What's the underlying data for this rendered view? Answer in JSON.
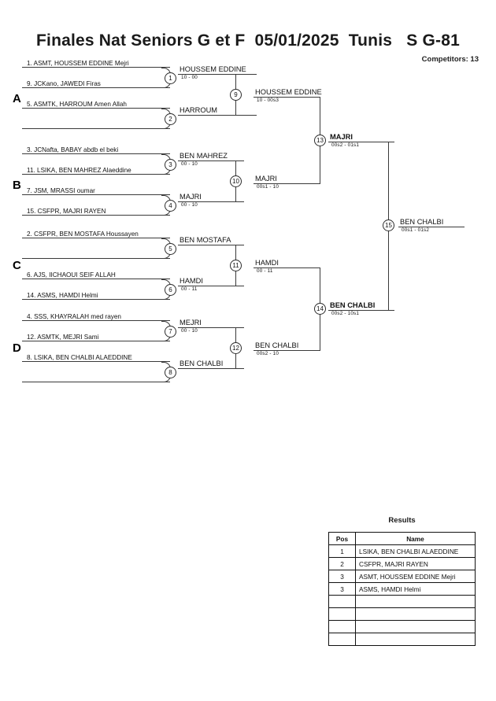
{
  "header": {
    "title": "Finales Nat Seniors G et F  05/01/2025  Tunis   S G-81",
    "competitors_label": "Competitors: 13"
  },
  "groups": [
    {
      "letter": "A"
    },
    {
      "letter": "B"
    },
    {
      "letter": "C"
    },
    {
      "letter": "D"
    }
  ],
  "round1_entries": [
    {
      "label": "1. ASMT, HOUSSEM EDDINE Mejri"
    },
    {
      "label": "9. JCKano, JAWEDI Firas"
    },
    {
      "label": "5. ASMTK, HARROUM Amen Allah"
    },
    {
      "label": ""
    },
    {
      "label": "3. JCNafta, BABAY abdb el beki"
    },
    {
      "label": "11. LSIKA, BEN MAHREZ Alaeddine"
    },
    {
      "label": "7. JSM, MRASSI oumar"
    },
    {
      "label": "15. CSFPR, MAJRI RAYEN"
    },
    {
      "label": "2. CSFPR, BEN MOSTAFA Houssayen"
    },
    {
      "label": ""
    },
    {
      "label": "6. AJS, IICHAOUI SEIF ALLAH"
    },
    {
      "label": "14. ASMS, HAMDI Helmi"
    },
    {
      "label": "4. SSS, KHAYRALAH med rayen"
    },
    {
      "label": "12. ASMTK, MEJRI Sami"
    },
    {
      "label": "8. LSIKA, BEN CHALBI ALAEDDINE"
    },
    {
      "label": ""
    }
  ],
  "matches": [
    {
      "no": "1",
      "winner": "HOUSSEM EDDINE",
      "score": "10 - 00",
      "bold": false
    },
    {
      "no": "2",
      "winner": "HARROUM",
      "score": "",
      "bold": false
    },
    {
      "no": "3",
      "winner": "BEN MAHREZ",
      "score": "00 - 10",
      "bold": false
    },
    {
      "no": "4",
      "winner": "MAJRI",
      "score": "00 - 10",
      "bold": false
    },
    {
      "no": "5",
      "winner": "BEN MOSTAFA",
      "score": "",
      "bold": false
    },
    {
      "no": "6",
      "winner": "HAMDI",
      "score": "00 - 11",
      "bold": false
    },
    {
      "no": "7",
      "winner": "MEJRI",
      "score": "00 - 10",
      "bold": false
    },
    {
      "no": "8",
      "winner": "BEN CHALBI",
      "score": "",
      "bold": false
    },
    {
      "no": "9",
      "winner": "HOUSSEM EDDINE",
      "score": "10 - 00s3",
      "bold": false
    },
    {
      "no": "10",
      "winner": "MAJRI",
      "score": "00s1 - 10",
      "bold": false
    },
    {
      "no": "11",
      "winner": "HAMDI",
      "score": "00 - 11",
      "bold": false
    },
    {
      "no": "12",
      "winner": "BEN CHALBI",
      "score": "00s2 - 10",
      "bold": false
    },
    {
      "no": "13",
      "winner": "MAJRI",
      "score": "00s2 - 01s1",
      "bold": true
    },
    {
      "no": "14",
      "winner": "BEN CHALBI",
      "score": "00s2 - 10s1",
      "bold": true
    },
    {
      "no": "15",
      "winner": "BEN CHALBI",
      "score": "00s1 - 01s2",
      "bold": false
    }
  ],
  "results": {
    "title": "Results",
    "columns": [
      "Pos",
      "Name"
    ],
    "rows": [
      {
        "pos": "1",
        "name": "LSIKA, BEN CHALBI ALAEDDINE"
      },
      {
        "pos": "2",
        "name": "CSFPR, MAJRI RAYEN"
      },
      {
        "pos": "3",
        "name": "ASMT, HOUSSEM EDDINE Mejri"
      },
      {
        "pos": "3",
        "name": "ASMS, HAMDI Helmi"
      },
      {
        "pos": "",
        "name": ""
      },
      {
        "pos": "",
        "name": ""
      },
      {
        "pos": "",
        "name": ""
      },
      {
        "pos": "",
        "name": ""
      }
    ]
  }
}
